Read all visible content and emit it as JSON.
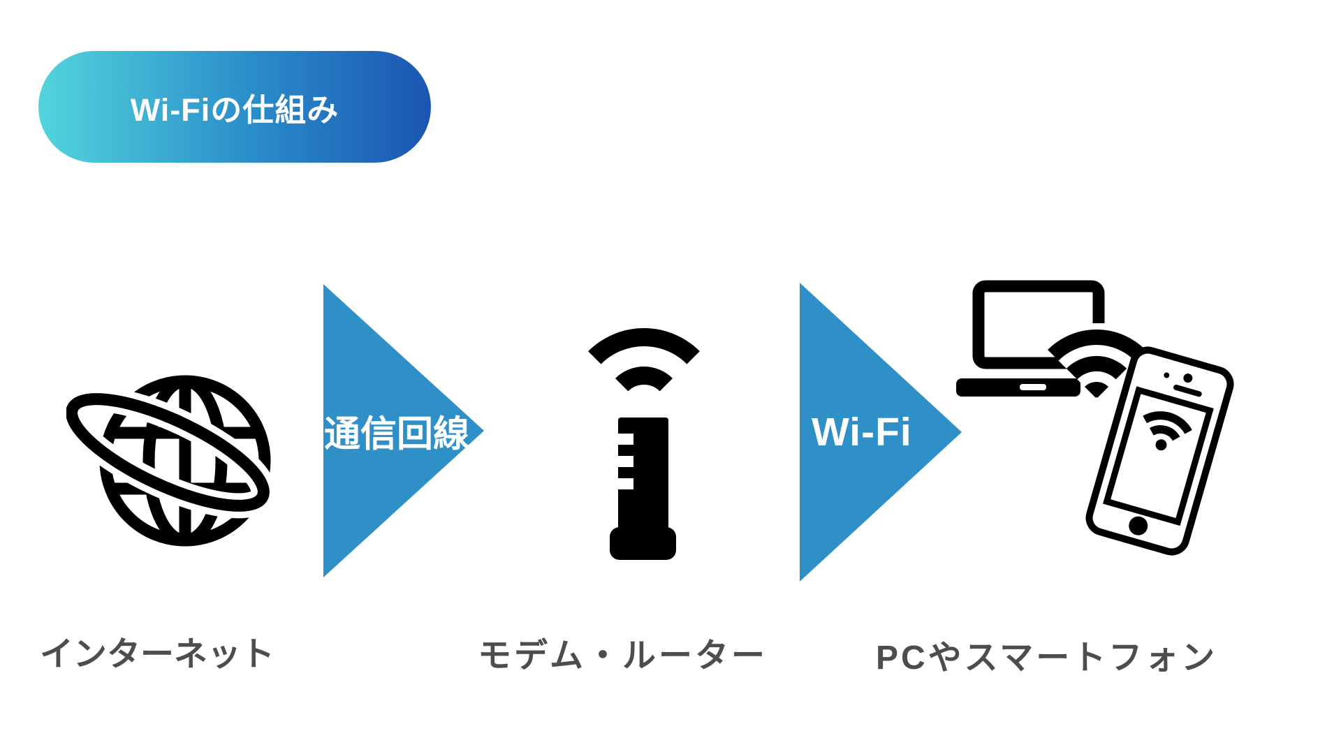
{
  "page": {
    "background_color": "#ffffff"
  },
  "header": {
    "badge_label": "Wi-Fiの仕組み",
    "badge_gradient_start": "#52d5dc",
    "badge_gradient_end": "#1b55b3",
    "badge_text_color": "#ffffff"
  },
  "diagram": {
    "nodes": [
      {
        "id": "internet",
        "icon": "internet-globe-icon",
        "label": "インターネット"
      },
      {
        "id": "modem-router",
        "icon": "wireless-router-icon",
        "label": "モデム・ルーター"
      },
      {
        "id": "devices",
        "icon": "laptop-and-smartphone-icons",
        "label": "PCやスマートフォン"
      }
    ],
    "arrows": [
      {
        "from": "internet",
        "to": "modem-router",
        "label": "通信回線"
      },
      {
        "from": "modem-router",
        "to": "devices",
        "label": "Wi-Fi"
      }
    ],
    "arrow_color": "#2f8fc7",
    "arrow_text_color": "#ffffff",
    "caption_text_color": "#4d4d4d",
    "icon_color": "#000000"
  }
}
